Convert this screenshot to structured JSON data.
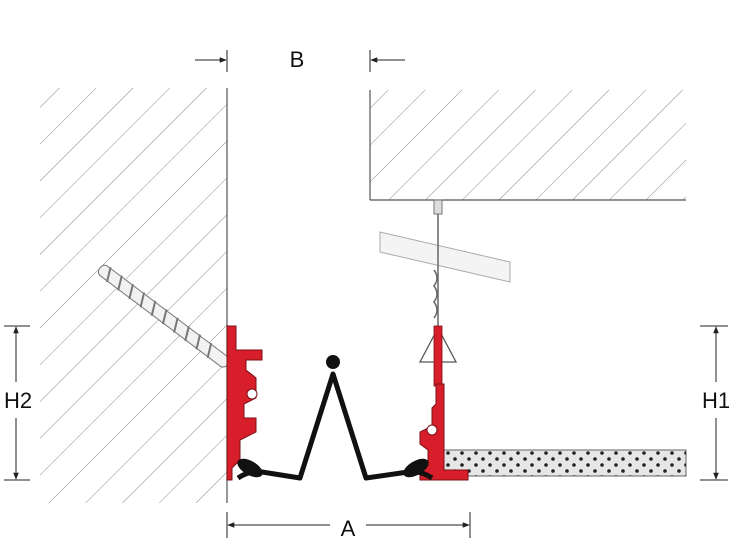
{
  "labels": {
    "gap_width": "B",
    "joint_width": "A",
    "left_height": "H2",
    "right_height": "H1"
  },
  "colors": {
    "profile_red": "#d81e2a",
    "seal_black": "#111111",
    "hatch_line": "#8a8a8a",
    "outline": "#555555",
    "ceiling_panel": "#e6e6e6",
    "background": "#ffffff"
  },
  "icons": {
    "fastener": "screw-anchor-icon",
    "hanger": "ceiling-hanger-wire-icon"
  }
}
